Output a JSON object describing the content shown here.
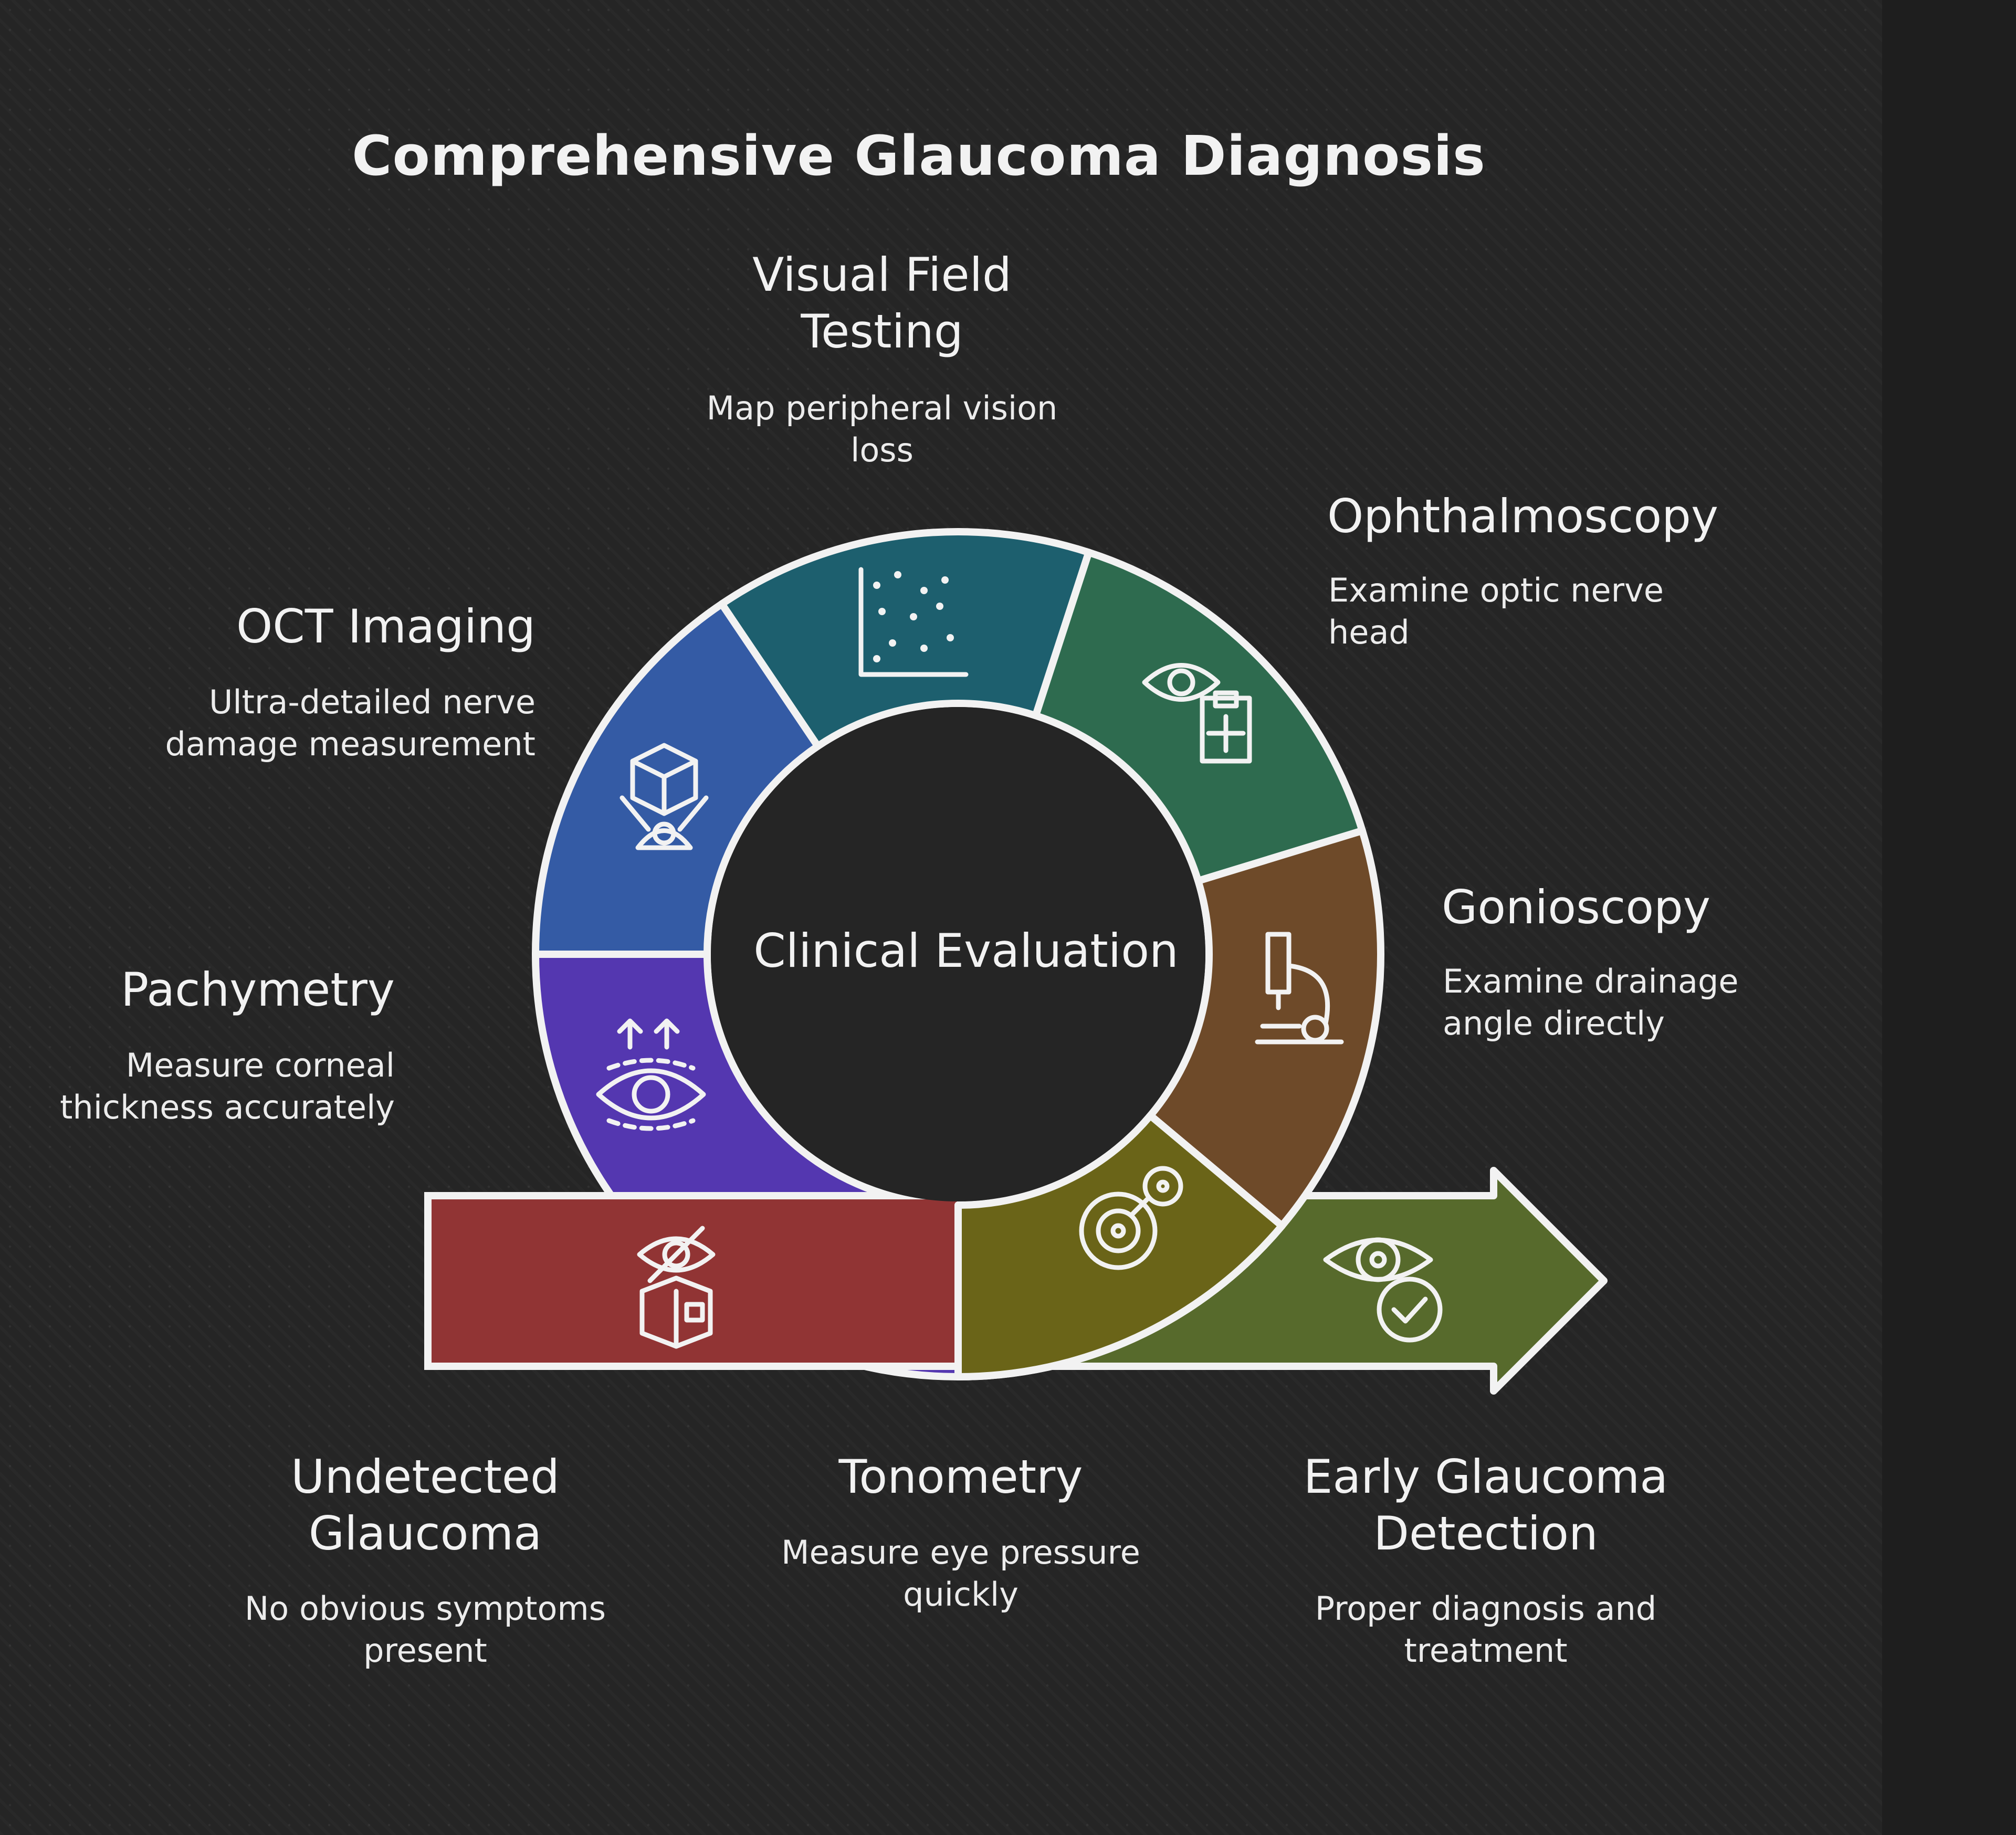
{
  "title": "Comprehensive Glaucoma Diagnosis",
  "center": "Clinical Evaluation",
  "colors": {
    "background": "#252525",
    "outline": "#f2f2f2",
    "visual_field": "#1d5f6e",
    "ophthalmoscopy": "#2e6b4f",
    "gonioscopy": "#6e4a29",
    "tonometry": "#6a6418",
    "pachymetry": "#5437b0",
    "oct": "#345ba5",
    "undetected": "#913434",
    "early_detection": "#576a2c"
  },
  "steps": [
    {
      "key": "visual_field",
      "title": "Visual Field Testing",
      "title_lines": [
        "Visual Field",
        "Testing"
      ],
      "desc_lines": [
        "Map peripheral vision",
        "loss"
      ],
      "icon": "scatter-plot-icon"
    },
    {
      "key": "ophthalmoscopy",
      "title_lines": [
        "Ophthalmoscopy"
      ],
      "desc_lines": [
        "Examine optic nerve",
        "head"
      ],
      "icon": "eye-clipboard-icon"
    },
    {
      "key": "gonioscopy",
      "title_lines": [
        "Gonioscopy"
      ],
      "desc_lines": [
        "Examine drainage",
        "angle directly"
      ],
      "icon": "microscope-icon"
    },
    {
      "key": "tonometry",
      "title_lines": [
        "Tonometry"
      ],
      "desc_lines": [
        "Measure eye pressure",
        "quickly"
      ],
      "icon": "pressure-gauge-icon"
    },
    {
      "key": "pachymetry",
      "title_lines": [
        "Pachymetry"
      ],
      "desc_lines": [
        "Measure corneal",
        "thickness accurately"
      ],
      "icon": "eye-arrows-icon"
    },
    {
      "key": "oct",
      "title_lines": [
        "OCT Imaging"
      ],
      "desc_lines": [
        "Ultra-detailed nerve",
        "damage measurement"
      ],
      "icon": "cube-scan-icon"
    }
  ],
  "start": {
    "title_lines": [
      "Undetected",
      "Glaucoma"
    ],
    "desc_lines": [
      "No obvious symptoms",
      "present"
    ],
    "icon": "hidden-eye-box-icon"
  },
  "end": {
    "title_lines": [
      "Early Glaucoma",
      "Detection"
    ],
    "desc_lines": [
      "Proper diagnosis and",
      "treatment"
    ],
    "icon": "eye-check-icon"
  }
}
